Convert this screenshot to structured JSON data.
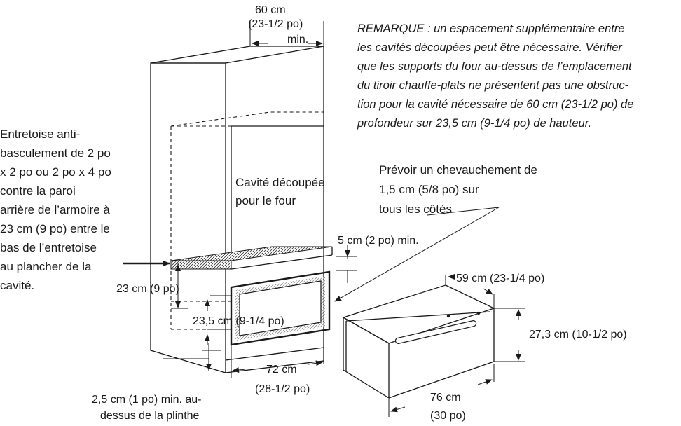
{
  "labels": {
    "width_top_cm": "60 cm",
    "width_top_in": "(23-1/2 po)",
    "width_top_min": "min.",
    "note": [
      "REMARQUE : un espacement supplémentaire entre",
      "les cavités découpées peut être nécessaire. Vérifier",
      "que les supports du four au-dessus de l’emplacement",
      "du tiroir chauffe-plats ne présentent pas une obstruc-",
      "tion pour la cavité nécessaire de 60 cm (23-1/2 po) de",
      "profondeur sur 23,5 cm (9-1/4 po) de hauteur."
    ],
    "spacer": [
      "Entretoise anti-",
      "basculement de 2 po",
      "x 2 po ou 2 po x 4 po",
      "contre la paroi",
      "arrière de l’armoire à",
      "23 cm (9 po) entre le",
      "bas de l’entretoise",
      "au plancher de la",
      "cavité."
    ],
    "oven_cutout": [
      "Cavité découpée",
      "pour le four"
    ],
    "overlap": [
      "Prévoir un chevauchement de",
      "1,5 cm (5/8 po) sur",
      "tous les côtés"
    ],
    "gap_5cm": "5 cm (2 po) min.",
    "spacer_height": "23 cm (9 po)",
    "drawer_cutout_height": "23,5 cm (9-1/4 po)",
    "bottom_width_cm": "72 cm",
    "bottom_width_in": "(28-1/2 po)",
    "plinth": [
      "2,5 cm (1 po) min. au-",
      "dessus de la plinthe"
    ],
    "drawer_depth": "59 cm (23-1/4 po)",
    "drawer_height": "27,3 cm (10-1/2 po)",
    "drawer_width_cm": "76 cm",
    "drawer_width_in": "(30 po)"
  }
}
